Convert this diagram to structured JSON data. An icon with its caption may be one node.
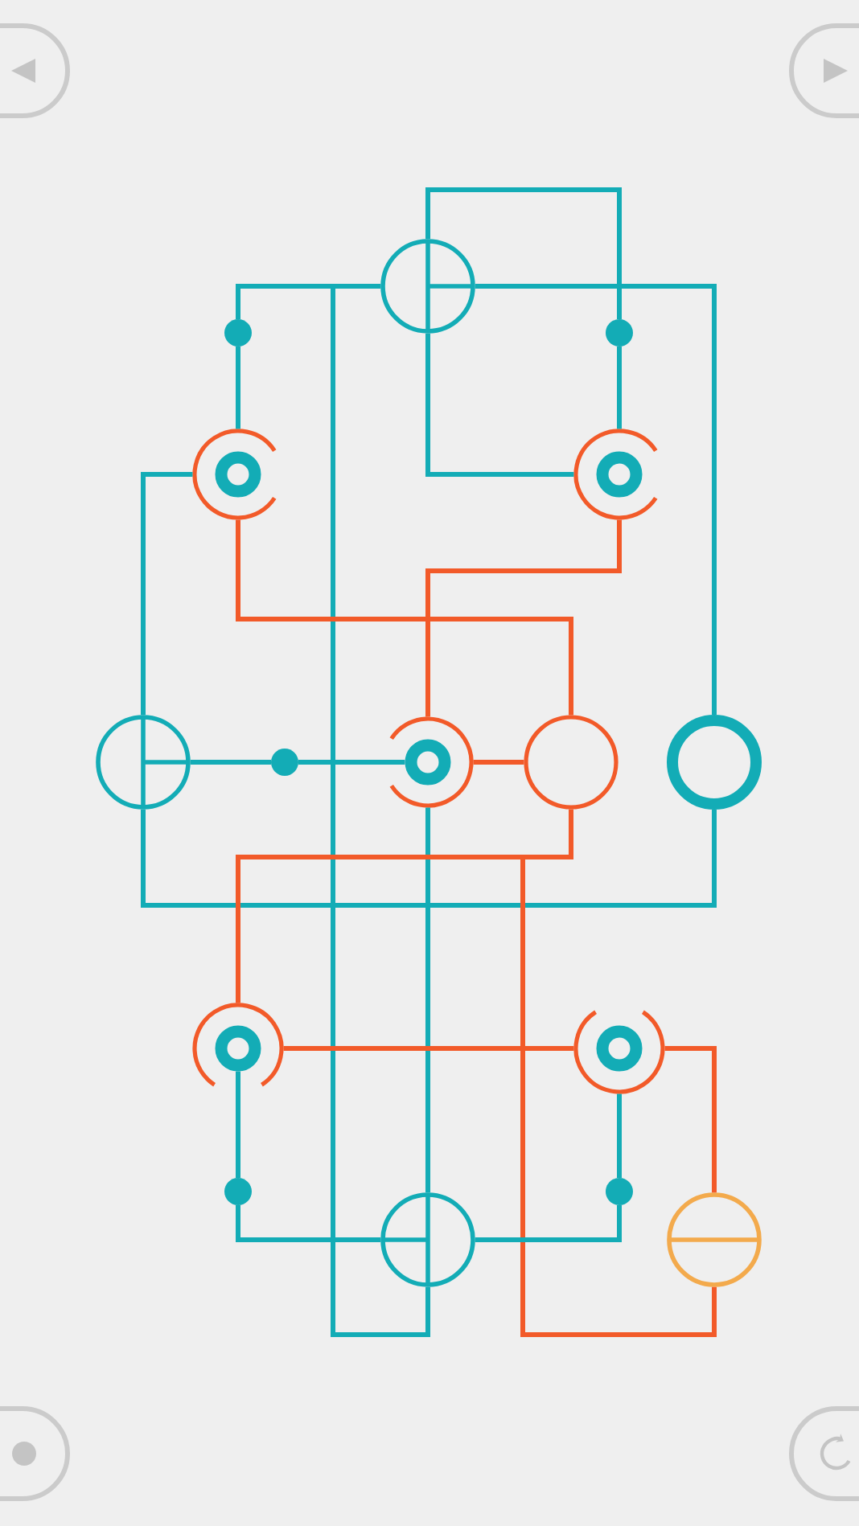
{
  "diagram": {
    "nodes": [
      {
        "text": [],
        "shape": "circle"
      },
      {
        "text": [],
        "shape": "dot"
      },
      {
        "text": [],
        "shape": "dot"
      },
      {
        "text": [],
        "shape": "circle"
      },
      {
        "text": [],
        "shape": "circle"
      },
      {
        "text": [],
        "shape": "circle"
      },
      {
        "text": [],
        "shape": "dot"
      },
      {
        "text": [],
        "shape": "circle"
      },
      {
        "text": [],
        "shape": "circle"
      },
      {
        "text": [],
        "shape": "circle"
      },
      {
        "text": [],
        "shape": "circle"
      },
      {
        "text": [],
        "shape": "circle"
      },
      {
        "text": [],
        "shape": "dot"
      },
      {
        "text": [],
        "shape": "dot"
      },
      {
        "text": [],
        "shape": "circle"
      },
      {
        "text": [],
        "shape": "circle"
      }
    ],
    "edges": [
      {
        "from": 0,
        "to": 1,
        "arrow": "none"
      },
      {
        "from": 0,
        "to": 2,
        "arrow": "none"
      },
      {
        "from": 0,
        "to": 9,
        "arrow": "none"
      },
      {
        "from": 0,
        "to": 4,
        "arrow": "none"
      },
      {
        "from": 0,
        "to": 14,
        "arrow": "none"
      },
      {
        "from": 1,
        "to": 3,
        "arrow": "none"
      },
      {
        "from": 2,
        "to": 4,
        "arrow": "none"
      },
      {
        "from": 5,
        "to": 3,
        "arrow": "none"
      },
      {
        "from": 3,
        "to": 8,
        "arrow": "none",
        "color": "#f25a29"
      },
      {
        "from": 4,
        "to": 7,
        "arrow": "none",
        "color": "#f25a29"
      },
      {
        "from": 5,
        "to": 6,
        "arrow": "none"
      },
      {
        "from": 6,
        "to": 7,
        "arrow": "none"
      },
      {
        "from": 7,
        "to": 8,
        "arrow": "none",
        "color": "#f25a29"
      },
      {
        "from": 9,
        "to": 5,
        "arrow": "none"
      },
      {
        "from": 7,
        "to": 14,
        "arrow": "none"
      },
      {
        "from": 8,
        "to": 10,
        "arrow": "none",
        "color": "#f25a29"
      },
      {
        "from": 8,
        "to": 15,
        "arrow": "none",
        "color": "#f25a29"
      },
      {
        "from": 10,
        "to": 11,
        "arrow": "none",
        "color": "#f25a29"
      },
      {
        "from": 11,
        "to": 15,
        "arrow": "none",
        "color": "#f25a29"
      },
      {
        "from": 10,
        "to": 12,
        "arrow": "none"
      },
      {
        "from": 11,
        "to": 13,
        "arrow": "none"
      },
      {
        "from": 12,
        "to": 14,
        "arrow": "none"
      },
      {
        "from": 13,
        "to": 14,
        "arrow": "none"
      }
    ]
  }
}
